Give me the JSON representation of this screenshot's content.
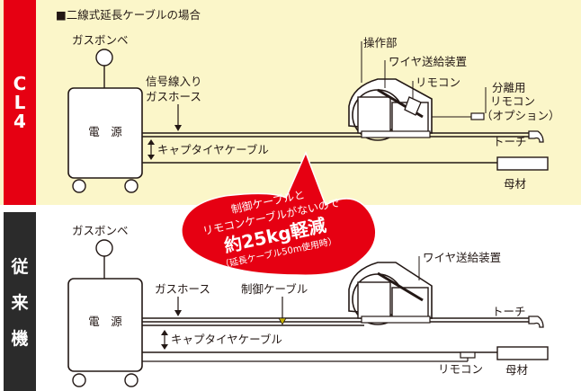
{
  "top": {
    "side_label": "CL4",
    "section_title": "■二線式延長ケーブルの場合",
    "labels": {
      "gas_cylinder": "ガスボンベ",
      "power_source": "電　源",
      "gas_hose_signal": "信号線入り\nガスホース",
      "cabtire_cable": "キャプタイヤケーブル",
      "control_unit": "操作部",
      "wire_feeder": "ワイヤ送給装置",
      "remote": "リモコン",
      "separate_remote": "分離用\nリモコン\n（オプション）",
      "torch": "トーチ",
      "base_metal": "母材"
    }
  },
  "bottom": {
    "side_label": "従\n来\n機",
    "labels": {
      "gas_cylinder": "ガスボンベ",
      "power_source": "電　源",
      "gas_hose": "ガスホース",
      "control_cable": "制御ケーブル",
      "cabtire_cable": "キャプタイヤケーブル",
      "wire_feeder": "ワイヤ送給装置",
      "torch": "トーチ",
      "remote": "リモコン",
      "base_metal": "母材"
    }
  },
  "callout": {
    "line1": "制御ケーブルと",
    "line2": "リモコンケーブルがないので",
    "line3": "約25kg軽減",
    "line4": "（延長ケーブル50m使用時）"
  },
  "colors": {
    "red": "#e60012",
    "black": "#231815",
    "top_bg": "#fbf6c9",
    "dark_side": "#2b2b2b"
  }
}
